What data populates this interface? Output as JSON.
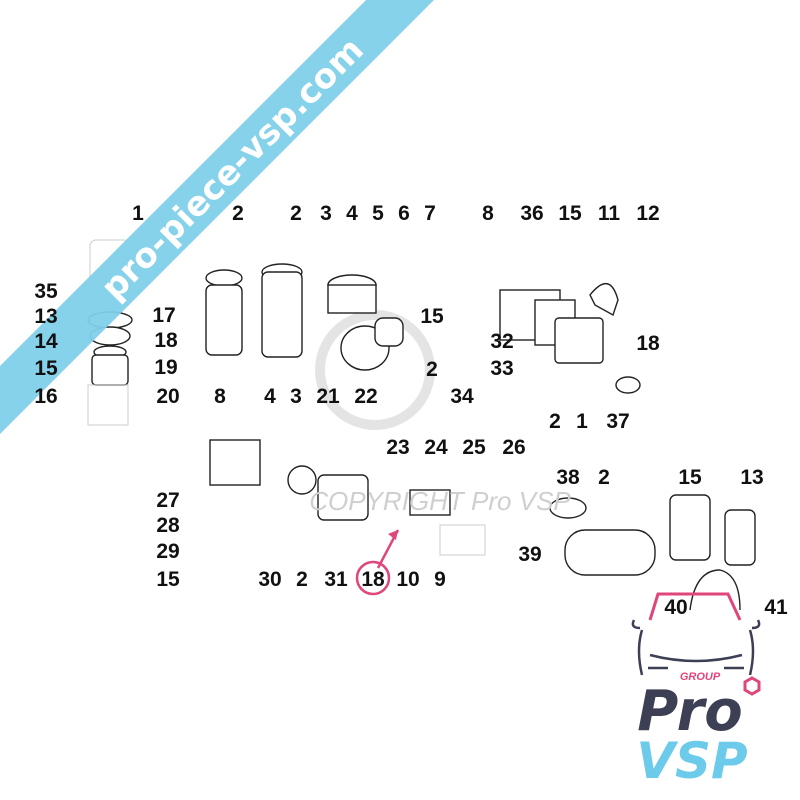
{
  "diagram": {
    "callouts": [
      "1",
      "2",
      "2",
      "3",
      "4",
      "5",
      "6",
      "7",
      "8",
      "36",
      "15",
      "11",
      "12",
      "35",
      "17",
      "13",
      "18",
      "14",
      "19",
      "15",
      "16",
      "15",
      "32",
      "18",
      "33",
      "2",
      "34",
      "2",
      "1",
      "37",
      "20",
      "8",
      "4",
      "3",
      "21",
      "22",
      "23",
      "24",
      "25",
      "26",
      "38",
      "2",
      "15",
      "13",
      "27",
      "28",
      "29",
      "15",
      "39",
      "30",
      "2",
      "31",
      "18",
      "10",
      "9",
      "40",
      "41"
    ],
    "highlighted_callout": "18",
    "highlight_color": "#e0457b"
  },
  "watermarks": {
    "banner_text": "pro-piece-vsp.com",
    "banner_color": "#7fd0ea",
    "copyright_text": "COPYRIGHT Pro VSP"
  },
  "logo": {
    "group": "GROUP",
    "pro": "Pro",
    "vsp": "VSP",
    "pro_color": "#3d3f55",
    "vsp_color": "#6ccbea",
    "accent_color": "#e0457b"
  }
}
